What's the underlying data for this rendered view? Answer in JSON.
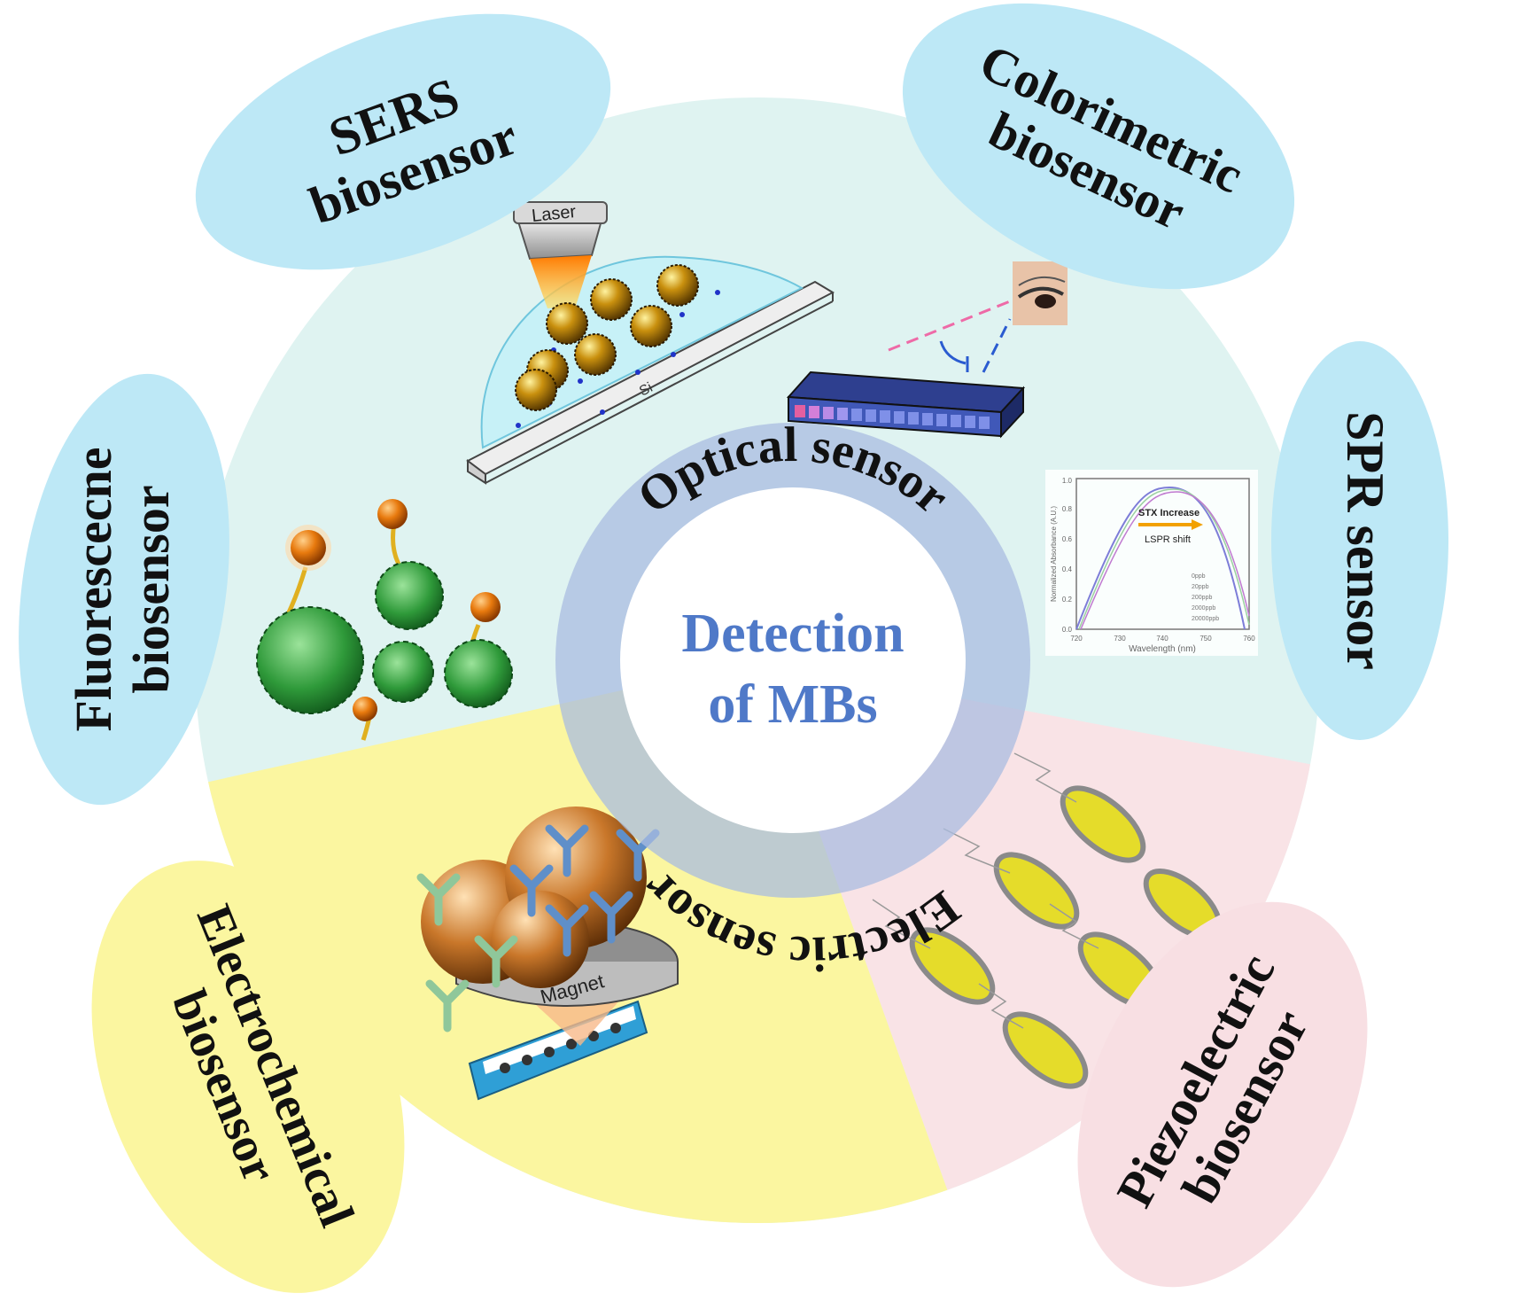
{
  "center": {
    "line1": "Detection",
    "line2": "of MBs"
  },
  "ring": {
    "optical": "Optical sensor",
    "electric": "Electric sensor"
  },
  "ellipses": {
    "sers": {
      "line1": "SERS",
      "line2": "biosensor"
    },
    "colorimetric": {
      "line1": "Colorimetric",
      "line2": "biosensor"
    },
    "spr": {
      "line1": "SPR sensor"
    },
    "fluorescence": {
      "line1": "Fluorescecne",
      "line2": "biosensor"
    },
    "electrochemical": {
      "line1": "Electrochemical",
      "line2": "biosensor"
    },
    "piezoelectric": {
      "line1": "Piezoelectric",
      "line2": "biosensor"
    }
  },
  "sers_illustration": {
    "laser_label": "Laser",
    "substrate_label": "Si"
  },
  "electrochem_illustration": {
    "magnet_label": "Magnet"
  },
  "spr_plot": {
    "ylabel": "Normalized Absorbance (A.U.)",
    "xlabel": "Wavelength (nm)",
    "xticks": [
      "720",
      "730",
      "740",
      "750",
      "760"
    ],
    "yticks": [
      "0.0",
      "0.2",
      "0.4",
      "0.6",
      "0.8",
      "1.0"
    ],
    "annotation1": "STX Increase",
    "annotation2": "LSPR shift",
    "legend": [
      "0ppb",
      "20ppb",
      "200ppb",
      "2000ppb",
      "20000ppb"
    ]
  },
  "colors": {
    "optical_sector": "#dff3f1",
    "electro_sector": "#fbf6a0",
    "piezo_sector": "#f9e3e6",
    "blue_ellipse": "#bde8f6",
    "yellow_ellipse": "#fbf6a0",
    "pink_ellipse": "#f8dfe3",
    "ring": "#9fb3dc",
    "center_text": "#4f79c8"
  }
}
